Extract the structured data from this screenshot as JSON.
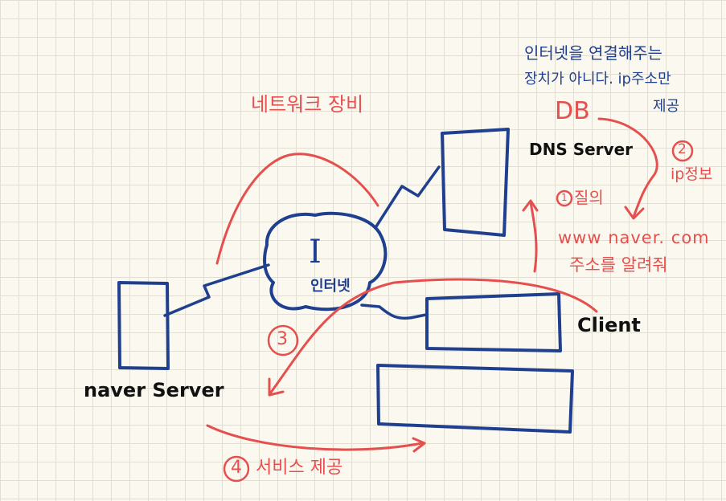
{
  "labels": {
    "network_device": "네트워크 장비",
    "internet_symbol": "I",
    "internet": "인터넷",
    "db": "DB",
    "dns_server": "DNS Server",
    "step2_num": "2",
    "ip_info": "ip정보",
    "step1_num": "1",
    "query": "질의",
    "url": "www naver. com",
    "tell_address": "주소를 알려줘",
    "client": "Client",
    "naver_server": "naver Server",
    "step3_num": "3",
    "step4_num": "4",
    "service": "서비스 제공",
    "note_line1": "인터넷을 연결해주는",
    "note_line2": "장치가 아니다. ip주소만",
    "note_line3": "제공"
  },
  "colors": {
    "blue": "#1f3f8f",
    "red": "#e5504f",
    "black": "#111111",
    "paper": "#fbf8ef",
    "grid": "#e2ded2"
  }
}
